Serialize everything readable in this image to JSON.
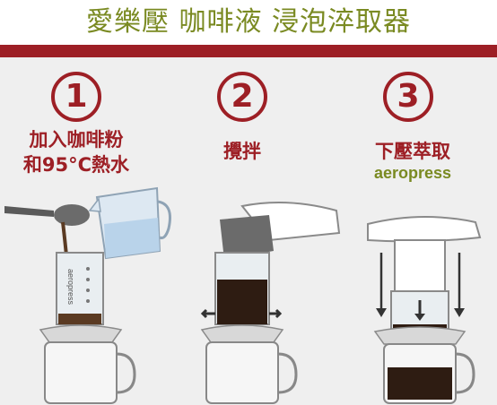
{
  "title": "愛樂壓 咖啡液 浸泡淬取器",
  "steps": [
    {
      "number": "1",
      "label_line1": "加入咖啡粉",
      "label_line2": "和95°C熱水"
    },
    {
      "number": "2",
      "label_line1": "攪拌"
    },
    {
      "number": "3",
      "label_line1": "下壓萃取",
      "brand": "aeropress"
    }
  ],
  "colors": {
    "accent": "#9d1f25",
    "title": "#7a8a22"
  }
}
